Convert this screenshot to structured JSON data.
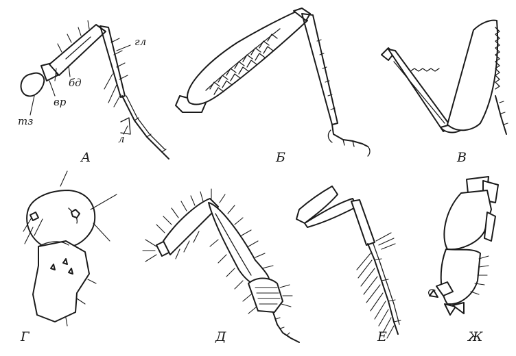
{
  "panels": [
    {
      "id": "A",
      "label": "А"
    },
    {
      "id": "B",
      "label": "Б"
    },
    {
      "id": "V",
      "label": "В"
    },
    {
      "id": "G",
      "label": "Г"
    },
    {
      "id": "D",
      "label": "Д"
    },
    {
      "id": "E",
      "label": "Е"
    },
    {
      "id": "Zh",
      "label": "Ж"
    }
  ],
  "parts": {
    "coxa": "тз",
    "trochanter": "вр",
    "femur": "бд",
    "tibia": "гл",
    "tarsus": "л"
  }
}
